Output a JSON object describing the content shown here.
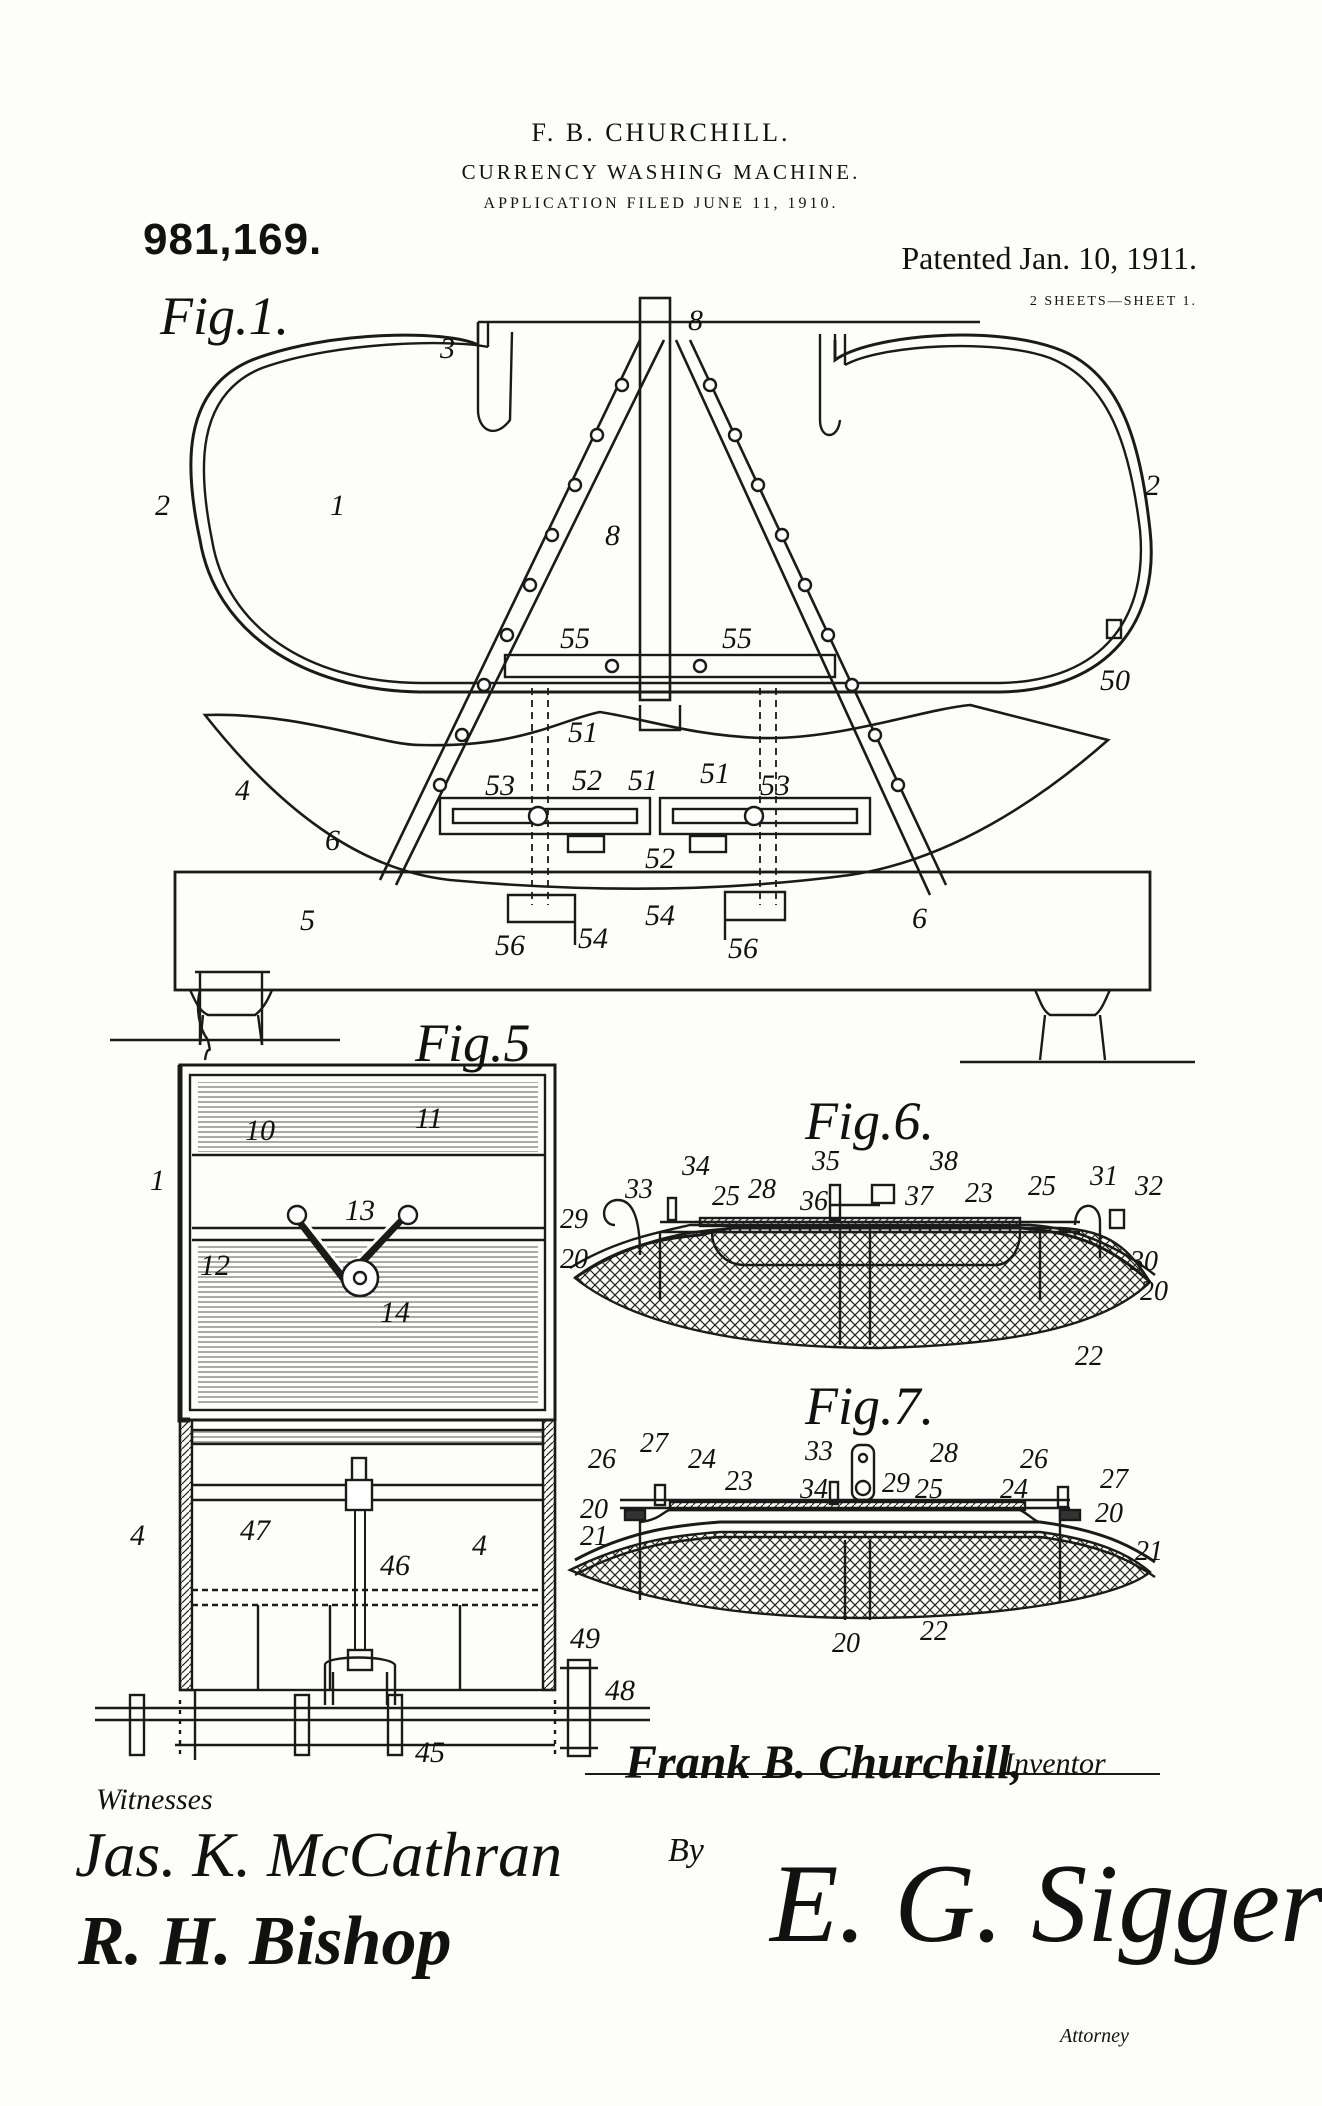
{
  "header": {
    "inventor_name": "F. B. CHURCHILL.",
    "title": "CURRENCY WASHING MACHINE.",
    "filed": "APPLICATION FILED JUNE 11, 1910.",
    "patent_number": "981,169.",
    "patented": "Patented Jan. 10, 1911.",
    "sheets": "2 SHEETS—SHEET 1."
  },
  "figures": {
    "fig1": "Fig.1.",
    "fig5": "Fig.5",
    "fig6": "Fig.6.",
    "fig7": "Fig.7."
  },
  "ref_numerals": {
    "fig1": [
      "1",
      "2",
      "2",
      "3",
      "8",
      "8",
      "55",
      "55",
      "50",
      "51",
      "51",
      "51",
      "4",
      "53",
      "52",
      "52",
      "53",
      "6",
      "6",
      "5",
      "56",
      "54",
      "54",
      "56"
    ],
    "fig5": [
      "10",
      "11",
      "1",
      "13",
      "12",
      "14",
      "4",
      "47",
      "46",
      "4",
      "49",
      "48",
      "45"
    ],
    "fig6": [
      "33",
      "34",
      "35",
      "38",
      "25",
      "28",
      "36",
      "37",
      "23",
      "25",
      "31",
      "32",
      "29",
      "20",
      "30",
      "20",
      "22"
    ],
    "fig7": [
      "26",
      "27",
      "24",
      "33",
      "28",
      "26",
      "27",
      "23",
      "34",
      "29",
      "25",
      "24",
      "20",
      "21",
      "20",
      "21",
      "20",
      "22"
    ]
  },
  "footer": {
    "witnesses_label": "Witnesses",
    "inventor_signature": "Frank B. Churchill,",
    "inventor_role": "Inventor",
    "by": "By",
    "attorney_role": "Attorney",
    "witness_signatures": [
      "Jas. K. McCathran",
      "R. H. Bishop"
    ],
    "attorney_signature": "E. G. Siggers"
  }
}
